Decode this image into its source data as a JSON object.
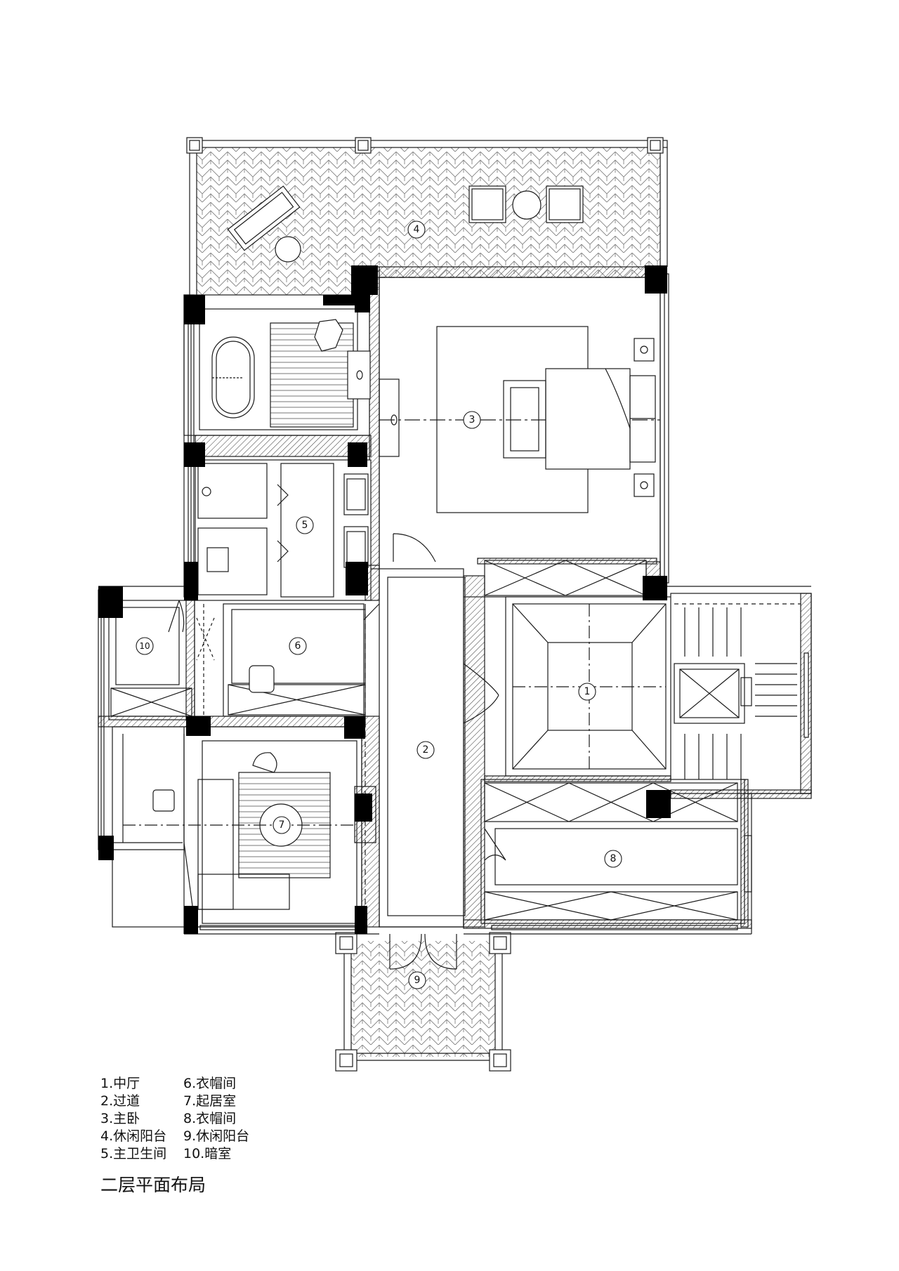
{
  "rooms": [
    {
      "num": "1",
      "label": "1.中厅"
    },
    {
      "num": "2",
      "label": "2.过道"
    },
    {
      "num": "3",
      "label": "3.主卧"
    },
    {
      "num": "4",
      "label": "4.休闲阳台"
    },
    {
      "num": "5",
      "label": "5.主卫生间"
    },
    {
      "num": "6",
      "label": "6.衣帽间"
    },
    {
      "num": "7",
      "label": "7.起居室"
    },
    {
      "num": "8",
      "label": "8.衣帽间"
    },
    {
      "num": "9",
      "label": "9.休闲阳台"
    },
    {
      "num": "10",
      "label": "10.暗室"
    }
  ],
  "title": "二层平面布局",
  "colors": {
    "line": "#1a1a1a",
    "wall": "#000000",
    "background": "#ffffff"
  }
}
